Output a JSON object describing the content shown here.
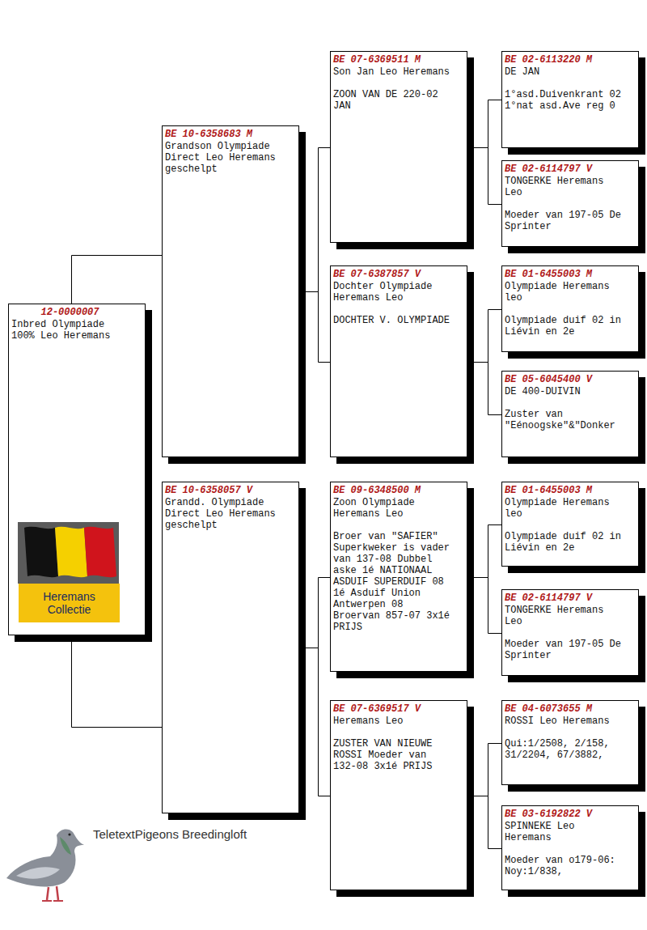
{
  "diagram": {
    "nodes": [
      {
        "text": [
          "12-0000007",
          "Inbred Olympiade 100% Leo Heremans"
        ]
      },
      {
        "text": [
          "BE 10-6358683 M",
          "Grandson Olympiade Direct Leo Heremans geschelpt"
        ]
      },
      {
        "text": [
          "BE 10-6358057 V",
          "Grandd. Olympiade Direct Leo Heremans geschelpt"
        ]
      },
      {
        "text": [
          "BE 07-6369511 M",
          "Son Jan Leo Heremans",
          "ZOON VAN DE 220-02 JAN"
        ]
      },
      {
        "text": [
          "BE 07-6387857 V",
          "Dochter Olympiade Heremans Leo",
          "DOCHTER V. OLYMPIADE"
        ]
      },
      {
        "text": [
          "BE 09-6348500 M",
          "Zoon Olympiade Heremans Leo",
          "Broer van \"SAFIER\" Superkweker is vader van 137-08 Dubbel aske 1é NATIONAAL ASDUIF SUPERDUIF 08 1é Asduif Union Antwerpen 08 Broervan 857-07 3x1é PRIJS"
        ]
      },
      {
        "text": [
          "BE 07-6369517 V",
          "Heremans Leo",
          "ZUSTER VAN NIEUWE ROSSI Moeder van 132-08 3x1é PRIJS"
        ]
      },
      {
        "text": [
          "BE 02-6113220 M",
          "DE JAN",
          "1°asd.Duivenkrant 02 1°nat asd.Ave reg 0"
        ]
      },
      {
        "text": [
          "BE 02-6114797 V",
          "TONGERKE Heremans Leo",
          "Moeder van 197-05 De Sprinter"
        ]
      },
      {
        "text": [
          "BE 01-6455003 M",
          "Olympiade Heremans leo",
          "Olympiade duif 02 in Liévin en 2e"
        ]
      },
      {
        "text": [
          "BE 05-6045400 V",
          "DE 400-DUIVIN",
          "Zuster van \"Eénoogske\"&\"Donker"
        ]
      },
      {
        "text": [
          "BE 01-6455003 M",
          "Olympiade Heremans leo",
          "Olympiade duif 02 in Liévin en 2e"
        ]
      },
      {
        "text": [
          "BE 02-6114797 V",
          "TONGERKE Heremans Leo",
          "Moeder van 197-05 De Sprinter"
        ]
      },
      {
        "text": [
          "BE 04-6073655 M",
          "ROSSI Leo Heremans",
          "Qui:1/2508, 2/158, 31/2204, 67/3882,"
        ]
      },
      {
        "text": [
          "BE 03-6192822 V",
          "SPINNEKE Leo Heremans",
          "Moeder van o179-06: Noy:1/838,"
        ]
      },
      {
        "text": [
          "Heremans Collectie"
        ],
        "in": 0
      }
    ],
    "edges": [
      {
        "from": 0,
        "to": 1,
        "arrow": "none"
      },
      {
        "from": 0,
        "to": 2,
        "arrow": "none"
      },
      {
        "from": 1,
        "to": 3,
        "arrow": "none"
      },
      {
        "from": 1,
        "to": 4,
        "arrow": "none"
      },
      {
        "from": 2,
        "to": 5,
        "arrow": "none"
      },
      {
        "from": 2,
        "to": 6,
        "arrow": "none"
      },
      {
        "from": 3,
        "to": 7,
        "arrow": "none"
      },
      {
        "from": 3,
        "to": 8,
        "arrow": "none"
      },
      {
        "from": 4,
        "to": 9,
        "arrow": "none"
      },
      {
        "from": 4,
        "to": 10,
        "arrow": "none"
      },
      {
        "from": 5,
        "to": 11,
        "arrow": "none"
      },
      {
        "from": 5,
        "to": 12,
        "arrow": "none"
      },
      {
        "from": 6,
        "to": 13,
        "arrow": "none"
      },
      {
        "from": 6,
        "to": 14,
        "arrow": "none"
      }
    ],
    "labels": [
      "TeletextPigeons Breedingloft"
    ]
  }
}
